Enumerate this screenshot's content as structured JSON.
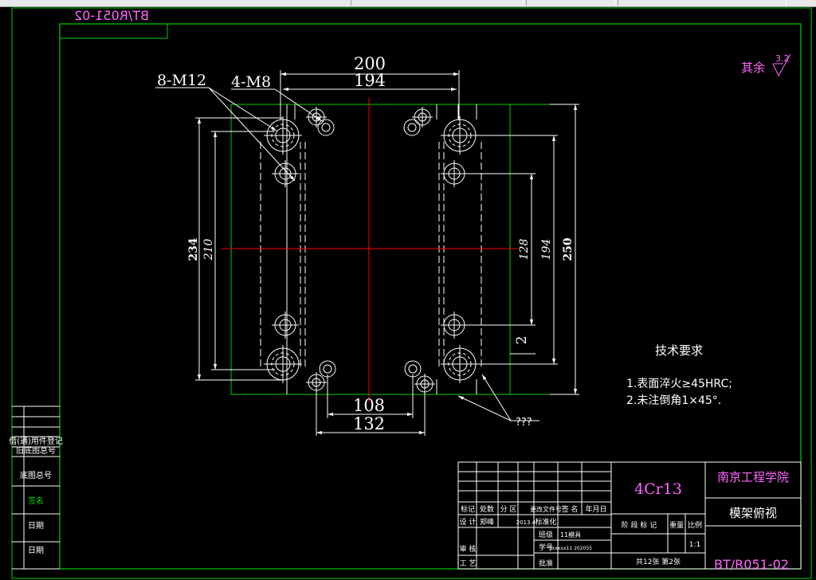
{
  "drawing": {
    "code_mirrored": "BT/R051-02",
    "code": "BT/R051-02",
    "roughness_prefix": "其余",
    "roughness_value": "3.2",
    "callouts": {
      "holes_a": "8-M12",
      "holes_b": "4-M8",
      "unknown": "???"
    },
    "dims": {
      "top_outer": "200",
      "top_inner": "194",
      "left_outer": "234",
      "left_inner": "210",
      "right_a": "128",
      "right_b": "194",
      "right_outer": "250",
      "right_small": "2",
      "bottom_inner": "108",
      "bottom_outer": "132"
    },
    "tech_req": {
      "title": "技术要求",
      "items": [
        "1.表面淬火≥45HRC;",
        "2.未注倒角1×45°."
      ]
    },
    "left_column": [
      "借(通)用件登记",
      "旧底图总号",
      "底图总号",
      "签名",
      "日期",
      "日期"
    ],
    "title_block": {
      "material": "4Cr13",
      "school": "南京工程学院",
      "part_name": "模架俯视",
      "rev_headers": [
        "标记",
        "处数",
        "分 区",
        "更改文件号",
        "签 名",
        "年月日"
      ],
      "row_design": [
        "设 计",
        "郑峰",
        "2013.4",
        "标准化"
      ],
      "class_label": "班级",
      "class_value": "11模具",
      "id_label": "学号",
      "id_value": "3xxxxx11 202055",
      "review": "审 核",
      "process": "工 艺",
      "approve": "批准",
      "stage_headers": [
        "阶 段 标 记",
        "重量",
        "比例"
      ],
      "scale": "1:1",
      "sheets": "共12张 第2张"
    }
  },
  "colors": {
    "frame": "#00d000",
    "line": "#ffffff",
    "center": "#ff0000",
    "text": "#ff66ff",
    "background": "#000000"
  }
}
